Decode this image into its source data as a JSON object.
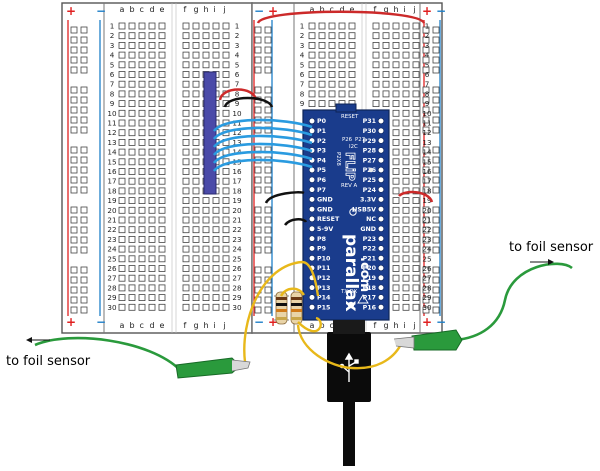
{
  "labels": {
    "foil_sensor_left": "to foil sensor",
    "foil_sensor_right": "to foil sensor"
  },
  "breadboard": {
    "columns_left": [
      "a",
      "b",
      "c",
      "d",
      "e"
    ],
    "columns_right": [
      "f",
      "g",
      "h",
      "i",
      "j"
    ],
    "row_count": 30,
    "rail_plus": "+",
    "rail_minus": "−"
  },
  "module": {
    "brand": "parallax",
    "brand_suffix": ".com",
    "name": "FLiP",
    "model": "P2X8",
    "revision": "REV A",
    "reset_label": "RESET",
    "left_pins": [
      "P0",
      "P1",
      "P2",
      "P3",
      "P4",
      "P5",
      "P6",
      "P7",
      "GND",
      "GND",
      "RESET",
      "5-9V",
      "P8",
      "P9",
      "P10",
      "P11",
      "P12",
      "P13",
      "P14",
      "P15"
    ],
    "right_pins": [
      "P31",
      "P30",
      "P29",
      "P28",
      "P27",
      "P26",
      "P25",
      "P24",
      "3.3V",
      "USB5V",
      "NC",
      "GND",
      "P23",
      "P22",
      "P21",
      "P20",
      "P19",
      "P18",
      "P17",
      "P16"
    ],
    "i2c_labels": [
      "P26",
      "P27",
      "I2C"
    ],
    "tx_rx": "TX RX"
  },
  "colors": {
    "module_blue": "#1a3c8c",
    "wire_red": "#cc2a2a",
    "wire_black": "#111111",
    "wire_blue": "#2a9be0",
    "wire_yellow": "#e8b81a",
    "wire_green": "#2a9a3c",
    "rail_red": "#e02020",
    "rail_blue": "#1e7fc8",
    "button_purple": "#4a4aa8"
  }
}
